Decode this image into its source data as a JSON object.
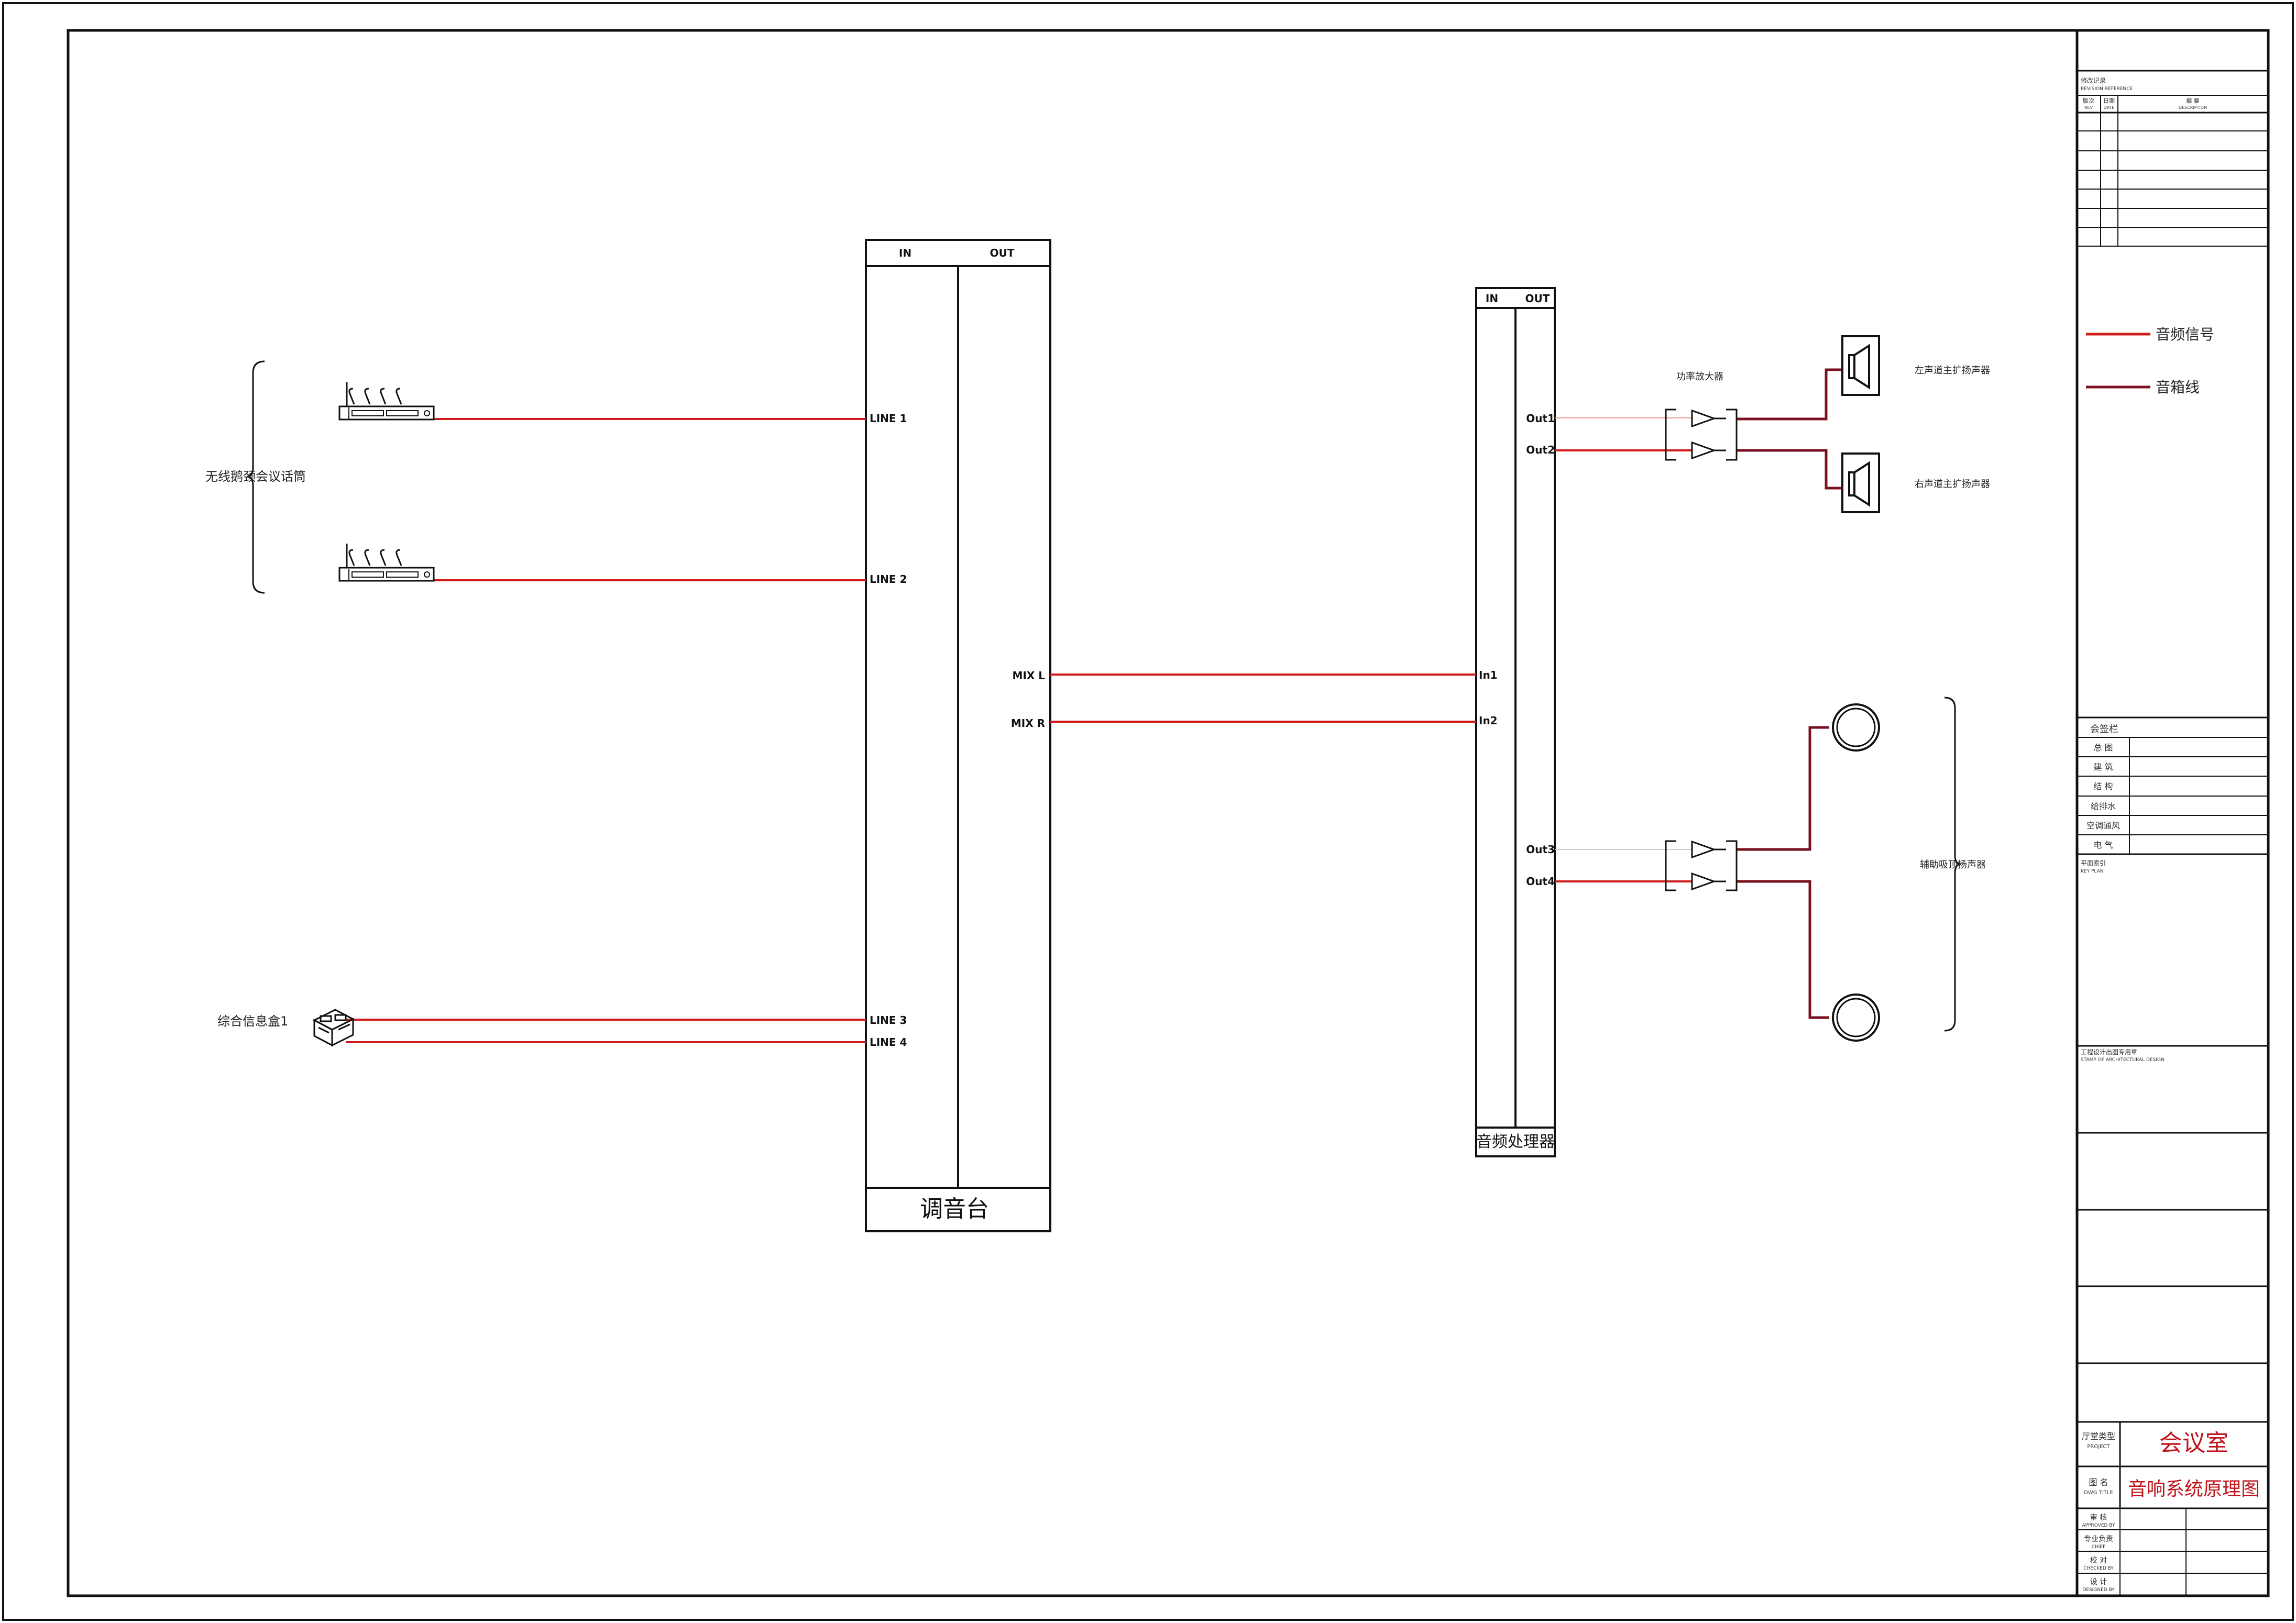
{
  "colors": {
    "frame": "#111111",
    "audio_signal": "#d11a1a",
    "speaker_cable": "#7a1020",
    "red_text": "#c0141c",
    "thin_line": "#ee9999"
  },
  "mixer": {
    "in_header": "IN",
    "out_header": "OUT",
    "title": "调音台",
    "inputs": [
      "LINE 1",
      "LINE 2",
      "LINE 3",
      "LINE 4"
    ],
    "outputs": [
      "MIX L",
      "MIX R"
    ]
  },
  "processor": {
    "in_header": "IN",
    "out_header": "OUT",
    "title": "音频处理器",
    "inputs": [
      "In1",
      "In2"
    ],
    "outputs": [
      "Out1",
      "Out2",
      "Out3",
      "Out4"
    ]
  },
  "sources": {
    "wireless_mic_group": "无线鹅颈会议话筒",
    "info_box": "综合信息盒1"
  },
  "amplifier_label": "功率放大器",
  "speakers": {
    "left_main": "左声道主扩扬声器",
    "right_main": "右声道主扩扬声器",
    "ceiling": "辅助吸顶扬声器"
  },
  "legend": [
    {
      "label": "音频信号",
      "color": "#d11a1a"
    },
    {
      "label": "音箱线",
      "color": "#7a1020"
    }
  ],
  "title_block": {
    "revision_cn": "修改记录",
    "revision_en": "REVISION REFERENCE",
    "rev_cols": [
      {
        "cn": "版次",
        "en": "REV"
      },
      {
        "cn": "日期",
        "en": "DATE"
      },
      {
        "cn": "摘 要",
        "en": "DESCRIPTION"
      }
    ],
    "signoff_header": "会签栏",
    "signoff_rows": [
      "总 图",
      "建 筑",
      "结 构",
      "给排水",
      "空调通风",
      "电 气"
    ],
    "key_plan_cn": "平面索引",
    "key_plan_en": "KEY PLAN",
    "stamp_cn": "工程设计出图专用章",
    "stamp_en": "STAMP OF ARCHITECTURAL DESIGN",
    "project_label_cn": "厅堂类型",
    "project_label_en": "PROJECT",
    "project_value": "会议室",
    "dwg_label_cn": "图 名",
    "dwg_label_en": "DWG TITLE",
    "dwg_value": "音响系统原理图",
    "approvals": [
      {
        "cn": "审 核",
        "en": "APPROVED BY"
      },
      {
        "cn": "专业负责",
        "en": "CHIEF"
      },
      {
        "cn": "校 对",
        "en": "CHECKED BY"
      },
      {
        "cn": "设 计",
        "en": "DESIGNED BY"
      }
    ]
  }
}
